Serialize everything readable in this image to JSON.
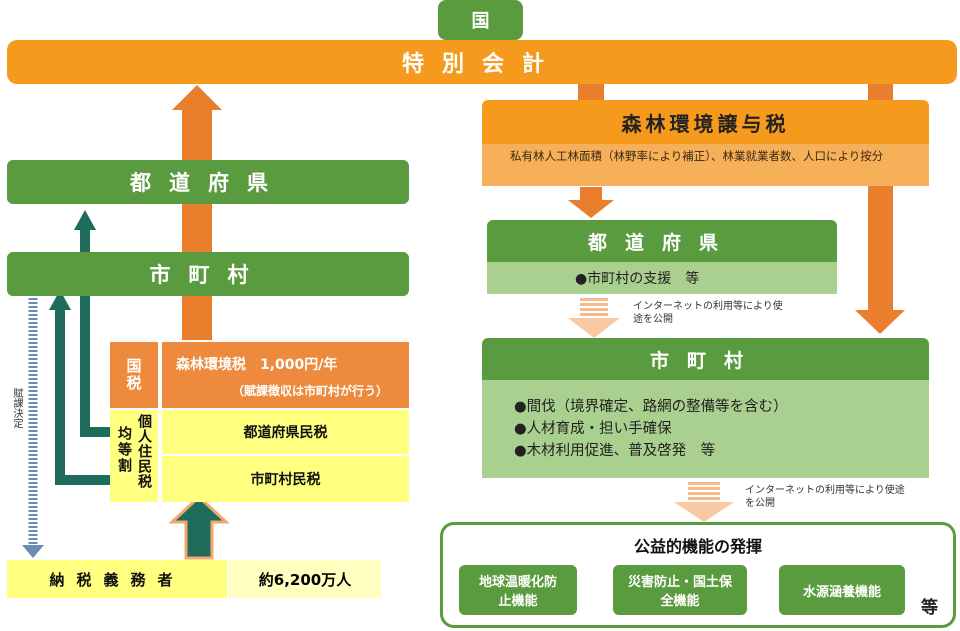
{
  "national": {
    "label": "国",
    "special_account": "特別会計"
  },
  "left": {
    "prefecture": "都道府県",
    "municipality": "市町村",
    "assessment_note": "賦課決定",
    "national_tax_label": "国税",
    "forest_env_tax": "森林環境税　1,000円/年",
    "forest_env_tax_note": "（賦課徴収は市町村が行う）",
    "resident_tax_label": "個人住民税",
    "equal_share_label": "均等割",
    "prefectural_tax": "都道府県民税",
    "municipal_tax": "市町村民税",
    "taxpayers_label": "納税義務者",
    "taxpayers_count": "約6,200万人"
  },
  "right": {
    "transfer_tax": "森林環境譲与税",
    "allocation_note": "私有林人工林面積（林野率により補正）、林業就業者数、人口により按分",
    "prefecture": "都道府県",
    "prefecture_use": "●市町村の支援　等",
    "disclosure_1": "インターネットの利用等により使途を公開",
    "municipality": "市町村",
    "municipality_uses": [
      "●間伐（境界確定、路網の整備等を含む）",
      "●人材育成・担い手確保",
      "●木材利用促進、普及啓発　等"
    ],
    "disclosure_2": "インターネットの利用等により使途を公開",
    "public_functions_title": "公益的機能の発揮",
    "functions": [
      "地球温暖化防止機能",
      "災害防止・国土保全機能",
      "水源涵養機能"
    ],
    "etc": "等"
  },
  "colors": {
    "dark_green": "#5b9b3f",
    "light_green": "#a9d08e",
    "orange": "#f59a1c",
    "arrow_orange": "#e97f2d",
    "teal": "#1f6b5c",
    "yellow": "#ffff80"
  }
}
